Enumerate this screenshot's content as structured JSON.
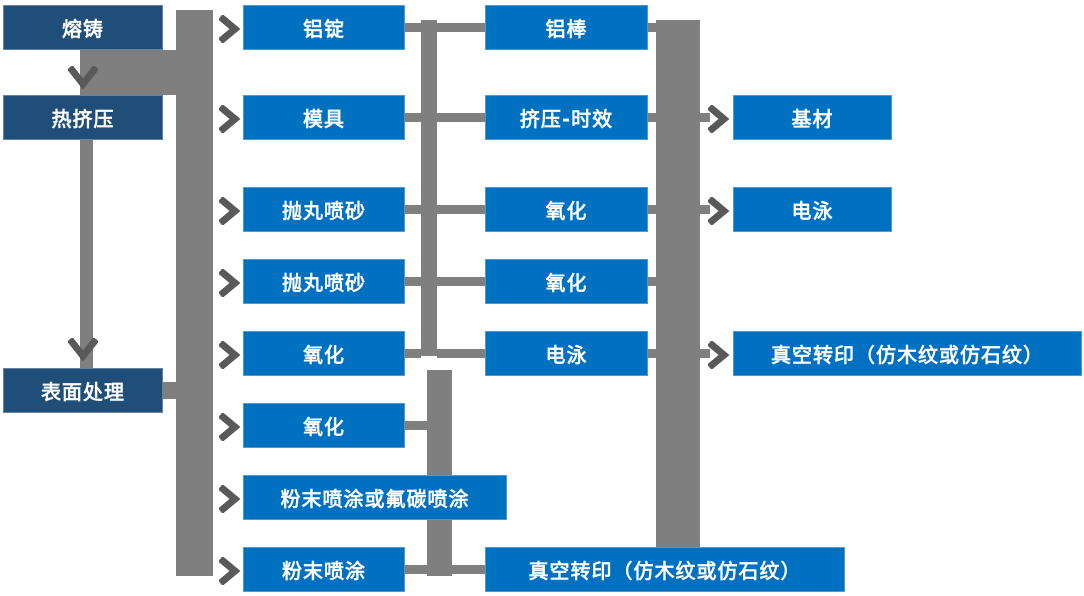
{
  "colors": {
    "background": "#FFFFFF",
    "dark_box": "#1F4E79",
    "blue_box": "#0070C0",
    "connector": "#7F7F7F",
    "arrow": "#595959",
    "text": "#FFFFFF"
  },
  "nodes": {
    "melting_casting": "熔铸",
    "hot_extrusion": "热挤压",
    "surface_treatment": "表面处理",
    "aluminum_ingot": "铝锭",
    "mold": "模具",
    "shot_blasting_1": "抛丸喷砂",
    "shot_blasting_2": "抛丸喷砂",
    "oxidation_1": "氧化",
    "oxidation_2": "氧化",
    "powder_or_fluorocarbon_coating": "粉末喷涂或氟碳喷涂",
    "powder_coating": "粉末喷涂",
    "aluminum_rod": "铝棒",
    "extrusion_aging": "挤压-时效",
    "oxidation_3": "氧化",
    "oxidation_4": "氧化",
    "electrophoresis_1": "电泳",
    "vacuum_transfer_bottom": "真空转印（仿木纹或仿石纹）",
    "base_material": "基材",
    "electrophoresis_2": "电泳",
    "vacuum_transfer_right": "真空转印（仿木纹或仿石纹）"
  }
}
